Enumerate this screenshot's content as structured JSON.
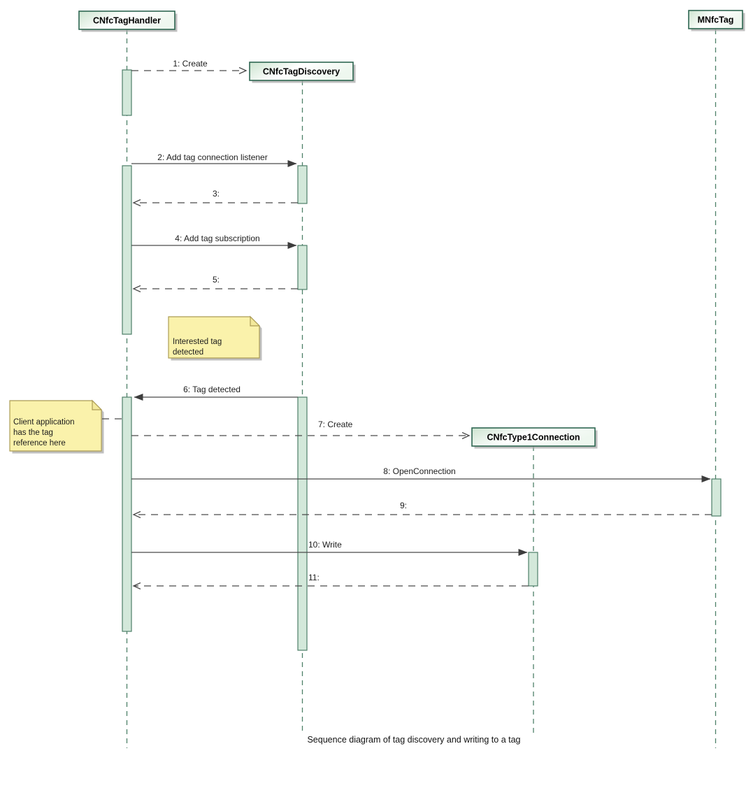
{
  "caption": "Sequence diagram of tag discovery and writing to a tag",
  "participants": [
    {
      "name": "CNfcTagHandler"
    },
    {
      "name": "CNfcTagDiscovery"
    },
    {
      "name": "CNfcType1Connection"
    },
    {
      "name": "MNfcTag"
    }
  ],
  "messages": [
    {
      "label": "1: Create",
      "from": "CNfcTagHandler",
      "to": "CNfcTagDiscovery",
      "style": "dashed-open"
    },
    {
      "label": "2: Add tag connection listener",
      "from": "CNfcTagHandler",
      "to": "CNfcTagDiscovery",
      "style": "solid-filled"
    },
    {
      "label": "3:",
      "from": "CNfcTagDiscovery",
      "to": "CNfcTagHandler",
      "style": "dashed-open"
    },
    {
      "label": "4: Add tag subscription",
      "from": "CNfcTagHandler",
      "to": "CNfcTagDiscovery",
      "style": "solid-filled"
    },
    {
      "label": "5:",
      "from": "CNfcTagDiscovery",
      "to": "CNfcTagHandler",
      "style": "dashed-open"
    },
    {
      "label": "6: Tag detected",
      "from": "CNfcTagDiscovery",
      "to": "CNfcTagHandler",
      "style": "solid-filled"
    },
    {
      "label": "7: Create",
      "from": "CNfcTagHandler",
      "to": "CNfcType1Connection",
      "style": "dashed-open"
    },
    {
      "label": "8: OpenConnection",
      "from": "CNfcTagHandler",
      "to": "MNfcTag",
      "style": "solid-filled"
    },
    {
      "label": "9:",
      "from": "MNfcTag",
      "to": "CNfcTagHandler",
      "style": "dashed-open"
    },
    {
      "label": "10: Write",
      "from": "CNfcTagHandler",
      "to": "CNfcType1Connection",
      "style": "solid-filled"
    },
    {
      "label": "11:",
      "from": "CNfcType1Connection",
      "to": "CNfcTagHandler",
      "style": "dashed-open"
    }
  ],
  "notes": [
    {
      "lines": [
        "Interested tag",
        "detected"
      ]
    },
    {
      "lines": [
        "Client application",
        "has the tag",
        "reference here"
      ]
    }
  ],
  "colors": {
    "box_fill_light": "#d2e7d4",
    "box_border": "#2e6651",
    "activation_fill": "#d3e8da",
    "activation_border": "#4e7e68",
    "lifeline": "#4e8169",
    "message_line": "#4a4a4a",
    "note_fill": "#faf2ab",
    "note_border": "#ac9c55",
    "shadow": "#a9a9a9"
  }
}
